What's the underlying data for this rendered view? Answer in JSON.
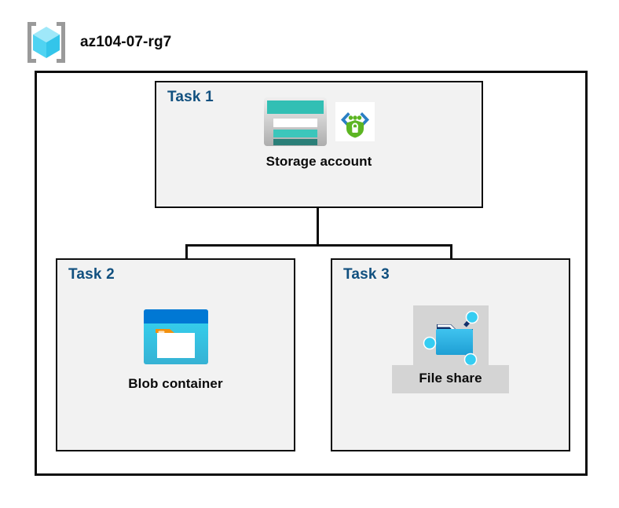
{
  "diagram": {
    "type": "azure-architecture",
    "resource_group": {
      "name": "az104-07-rg7",
      "icon": "resource-group-cube-icon"
    },
    "panels": [
      {
        "id": "task1",
        "title": "Task 1",
        "node": {
          "caption": "Storage account",
          "icons": [
            "storage-account-icon",
            "secure-endpoint-shield-icon"
          ],
          "highlighted": false
        }
      },
      {
        "id": "task2",
        "title": "Task 2",
        "node": {
          "caption": "Blob container",
          "icons": [
            "blob-container-icon"
          ],
          "highlighted": false
        }
      },
      {
        "id": "task3",
        "title": "Task 3",
        "node": {
          "caption": "File share",
          "icons": [
            "file-share-folder-icon"
          ],
          "highlighted": true
        }
      }
    ],
    "connections": [
      {
        "from": "task1",
        "to": "task2"
      },
      {
        "from": "task1",
        "to": "task3"
      }
    ],
    "colors": {
      "panel_background": "#f2f2f2",
      "panel_border": "#0d0d0d",
      "canvas_background": "#ffffff",
      "task_title": "#11507f",
      "caption_text": "#0a0a0a",
      "highlight_background": "#d4d4d4",
      "storage_teal": "#32bfb4",
      "storage_teal_dark": "#2a7f78",
      "blob_blue": "#0078d4",
      "blob_cyan": "#32d1f0",
      "blob_orange": "#f2900d",
      "fileshare_blue": "#32b4e0",
      "shield_green": "#5cb522",
      "cube_cyan": "#8fe4f7"
    }
  }
}
